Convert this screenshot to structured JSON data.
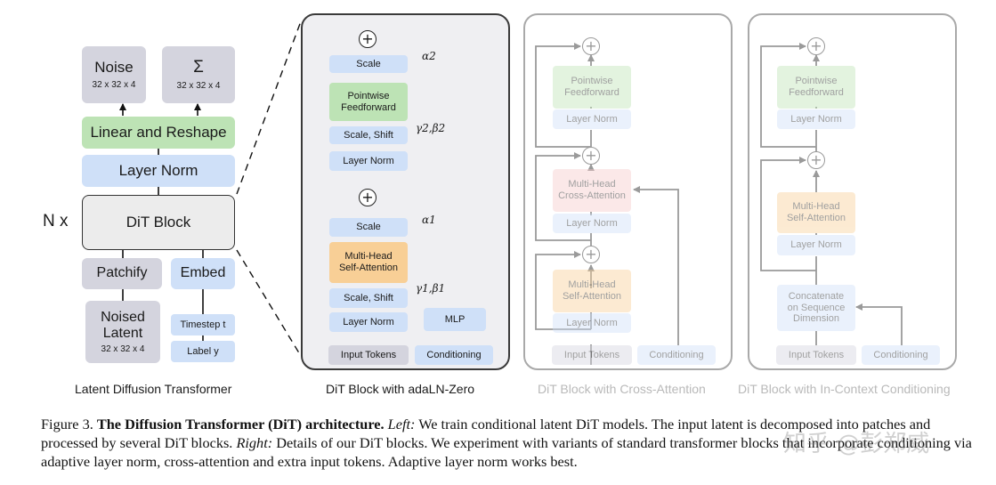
{
  "left": {
    "noise": {
      "label": "Noise",
      "dims": "32 x 32 x 4"
    },
    "sigma": {
      "label": "Σ",
      "dims": "32 x 32 x 4"
    },
    "linear_reshape": "Linear and Reshape",
    "layer_norm": "Layer Norm",
    "n_times": "N x",
    "dit_block": "DiT Block",
    "patchify": "Patchify",
    "embed": "Embed",
    "noised_latent": {
      "line1": "Noised",
      "line2": "Latent",
      "dims": "32 x 32 x 4"
    },
    "timestep": "Timestep t",
    "label_y": "Label y",
    "title": "Latent Diffusion Transformer"
  },
  "adaln": {
    "title": "DiT Block with adaLN-Zero",
    "scale_top": "Scale",
    "pointwise_ff": {
      "line1": "Pointwise",
      "line2": "Feedforward"
    },
    "scale_shift_top": "Scale, Shift",
    "layer_norm_top": "Layer Norm",
    "scale_bottom": "Scale",
    "mhsa": {
      "line1": "Multi-Head",
      "line2": "Self-Attention"
    },
    "scale_shift_bottom": "Scale, Shift",
    "layer_norm_bottom": "Layer Norm",
    "mlp": "MLP",
    "input_tokens": "Input Tokens",
    "conditioning": "Conditioning",
    "alpha2": "α2",
    "gamma2_beta2": "γ2,β2",
    "alpha1": "α1",
    "gamma1_beta1": "γ1,β1",
    "plus": "+"
  },
  "cross": {
    "title": "DiT Block with Cross-Attention",
    "pointwise_ff": {
      "line1": "Pointwise",
      "line2": "Feedforward"
    },
    "layer_norm_1": "Layer Norm",
    "mhca": {
      "line1": "Multi-Head",
      "line2": "Cross-Attention"
    },
    "layer_norm_2": "Layer Norm",
    "mhsa": {
      "line1": "Multi-Head",
      "line2": "Self-Attention"
    },
    "layer_norm_3": "Layer Norm",
    "input_tokens": "Input Tokens",
    "conditioning": "Conditioning",
    "plus": "+"
  },
  "incontext": {
    "title": "DiT Block with In-Context Conditioning",
    "pointwise_ff": {
      "line1": "Pointwise",
      "line2": "Feedforward"
    },
    "layer_norm_1": "Layer Norm",
    "mhsa": {
      "line1": "Multi-Head",
      "line2": "Self-Attention"
    },
    "layer_norm_2": "Layer Norm",
    "concat": {
      "line1": "Concatenate",
      "line2": "on Sequence",
      "line3": "Dimension"
    },
    "input_tokens": "Input Tokens",
    "conditioning": "Conditioning",
    "plus": "+"
  },
  "caption": {
    "prefix": "Figure 3. ",
    "bold": "The Diffusion Transformer (DiT) architecture.",
    "left_label": "Left:",
    "text1": " We train conditional latent DiT models. The input latent is decomposed into patches and processed by several DiT blocks. ",
    "right_label": "Right:",
    "text2": " Details of our DiT blocks. We experiment with variants of standard transformer blocks that incorporate conditioning via adaptive layer norm, cross-attention and extra input tokens. Adaptive layer norm works best."
  },
  "watermark": "知乎 @彭郑威"
}
